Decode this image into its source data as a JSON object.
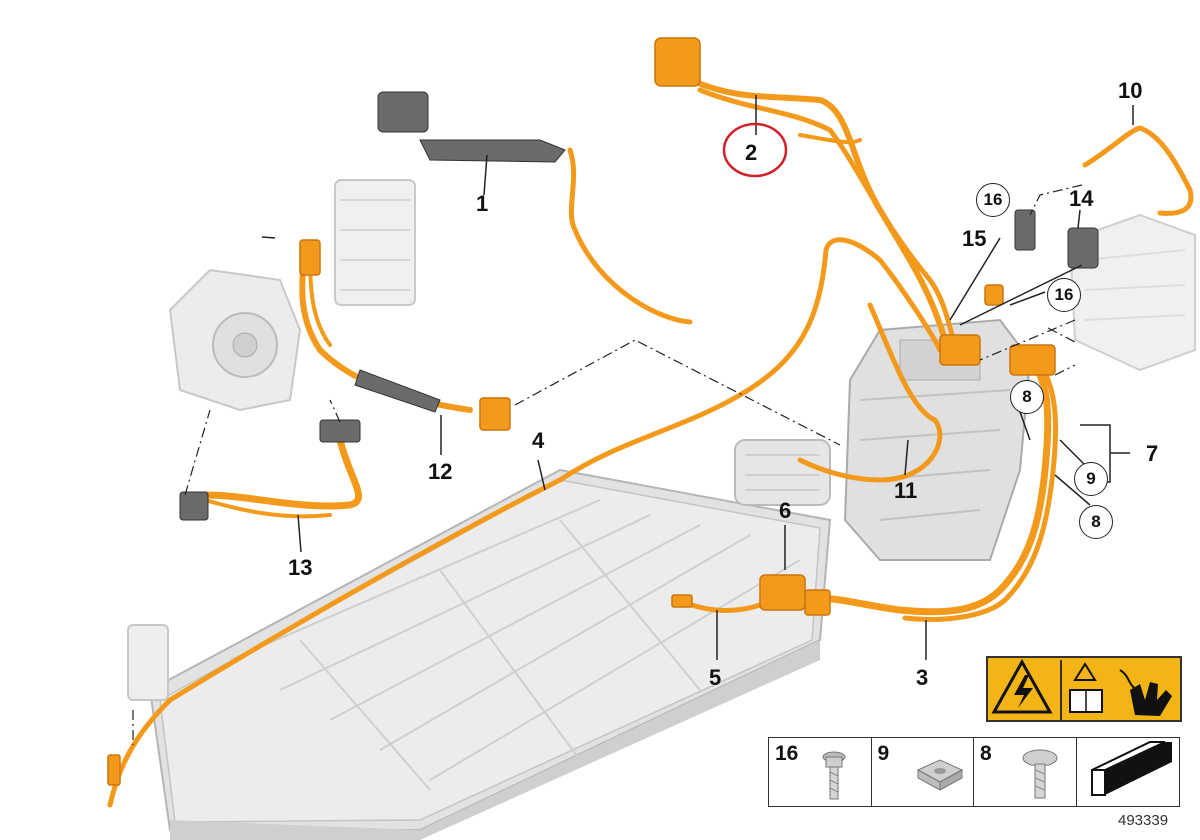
{
  "callouts": {
    "c1": "1",
    "c2": "2",
    "c3": "3",
    "c4": "4",
    "c5": "5",
    "c6": "6",
    "c7": "7",
    "c10": "10",
    "c11": "11",
    "c12": "12",
    "c13": "13",
    "c14": "14",
    "c15": "15"
  },
  "circled_callouts": {
    "c16a": "16",
    "c16b": "16",
    "c8a": "8",
    "c8b": "8",
    "c9": "9"
  },
  "parts_legend": {
    "items": [
      {
        "number": "16",
        "icon": "bolt-icon"
      },
      {
        "number": "9",
        "icon": "square-nut-icon"
      },
      {
        "number": "8",
        "icon": "screw-icon"
      }
    ]
  },
  "diagram_number": "493339",
  "colors": {
    "cable": "#f39a1c",
    "cable_dark": "#c9760c",
    "highlight_circle": "#d0202a",
    "warning_yellow": "#f3b416",
    "component_grey": "#d8d8d8"
  }
}
